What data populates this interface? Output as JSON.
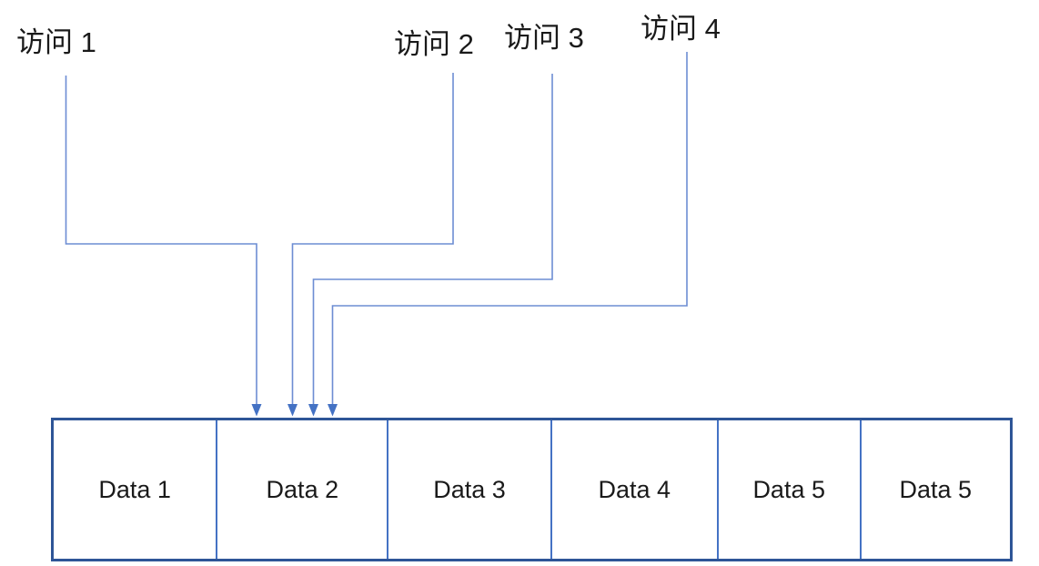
{
  "diagram": {
    "title": "memory access pattern diagram",
    "labels": [
      {
        "text": "访问 1"
      },
      {
        "text": "访问 2"
      },
      {
        "text": "访问 3"
      },
      {
        "text": "访问 4"
      }
    ],
    "cells": [
      {
        "text": "Data 1"
      },
      {
        "text": "Data 2"
      },
      {
        "text": "Data 3"
      },
      {
        "text": "Data 4"
      },
      {
        "text": "Data 5"
      },
      {
        "text": "Data 5"
      }
    ],
    "connections": [
      {
        "from": "访问 1",
        "to": "Data 2"
      },
      {
        "from": "访问 2",
        "to": "Data 2"
      },
      {
        "from": "访问 3",
        "to": "Data 2"
      },
      {
        "from": "访问 4",
        "to": "Data 2"
      }
    ],
    "colors": {
      "connector": "#6d8dd3",
      "arrowhead": "#4472c4",
      "box_border": "#2e5597",
      "divider": "#4472c4",
      "text": "#1a1a1a"
    }
  }
}
